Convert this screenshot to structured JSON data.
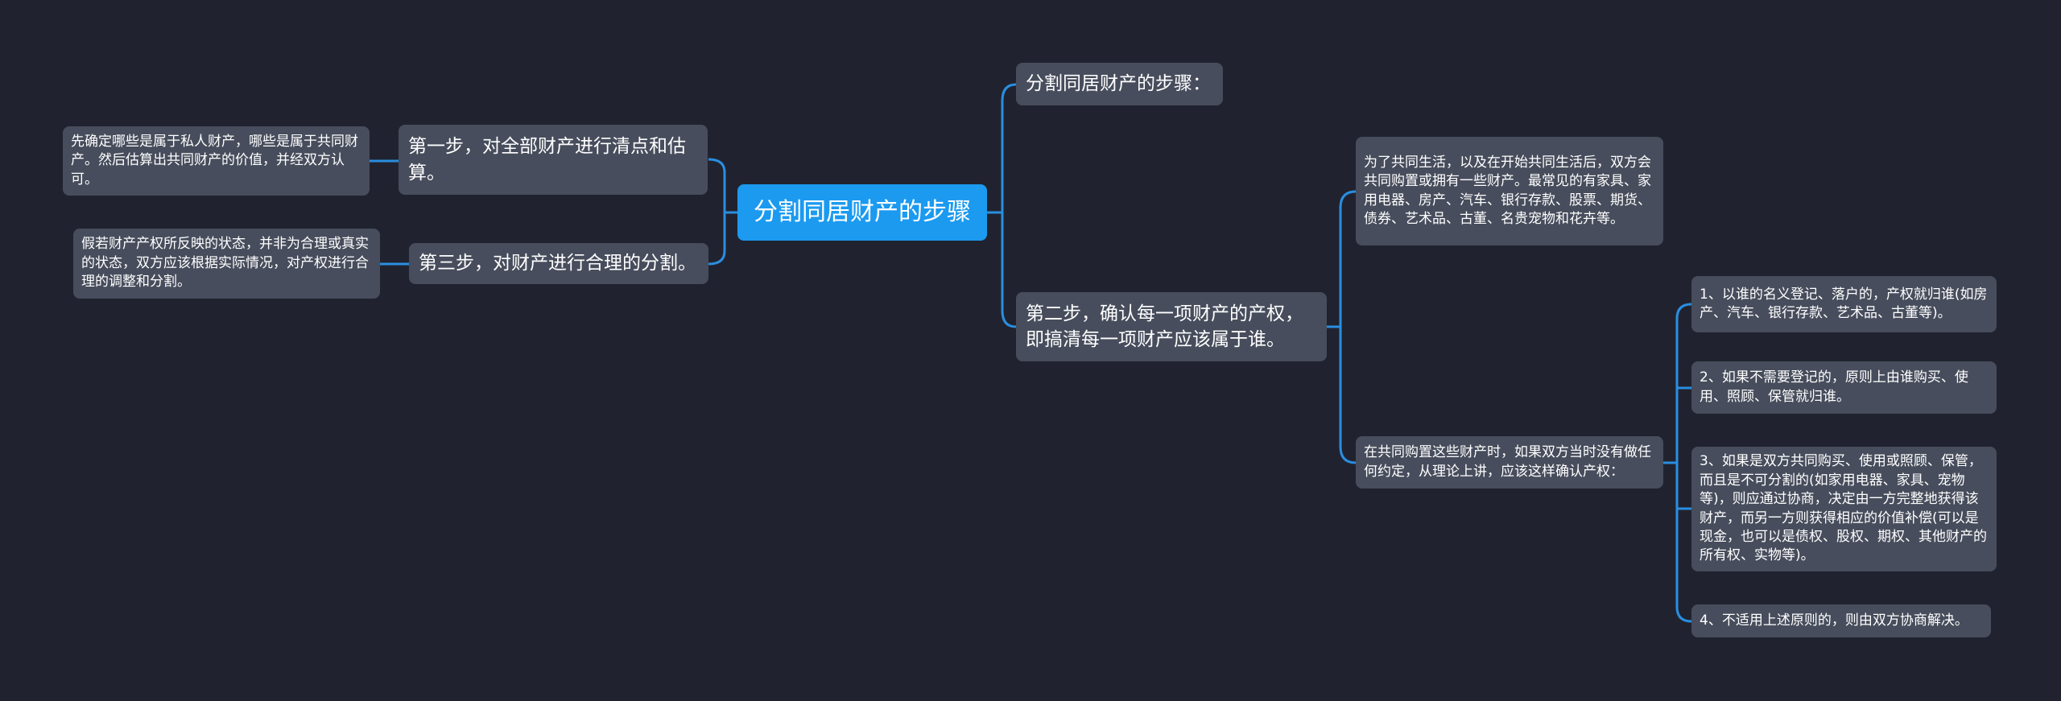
{
  "root": {
    "label": "分割同居财产的步骤"
  },
  "left": {
    "step1": {
      "label": "第一步，对全部财产进行清点和估算。",
      "detail": "先确定哪些是属于私人财产，哪些是属于共同财产。然后估算出共同财产的价值，并经双方认可。"
    },
    "step3": {
      "label": "第三步，对财产进行合理的分割。",
      "detail": "假若财产产权所反映的状态，并非为合理或真实的状态，双方应该根据实际情况，对产权进行合理的调整和分割。"
    }
  },
  "right": {
    "title": {
      "label": "分割同居财产的步骤："
    },
    "step2": {
      "label": "第二步，确认每一项财产的产权，即搞清每一项财产应该属于谁。",
      "description": "为了共同生活，以及在开始共同生活后，双方会共同购置或拥有一些财产。最常见的有家具、家用电器、房产、汽车、银行存款、股票、期货、债券、艺术品、古董、名贵宠物和花卉等。",
      "confirm": "在共同购置这些财产时，如果双方当时没有做任何约定，从理论上讲，应该这样确认产权：",
      "rules": [
        "1、以谁的名义登记、落户的，产权就归谁(如房产、汽车、银行存款、艺术品、古董等)。",
        "2、如果不需要登记的，原则上由谁购买、使用、照顾、保管就归谁。",
        "3、如果是双方共同购买、使用或照顾、保管，而且是不可分割的(如家用电器、家具、宠物等)，则应通过协商，决定由一方完整地获得该财产，而另一方则获得相应的价值补偿(可以是现金，也可以是债权、股权、期权、其他财产的所有权、实物等)。",
        "4、不适用上述原则的，则由双方协商解决。"
      ]
    }
  },
  "colors": {
    "background": "#20232f",
    "node": "#474d5c",
    "root": "#1b9af0",
    "connector": "#2a8ee0"
  }
}
